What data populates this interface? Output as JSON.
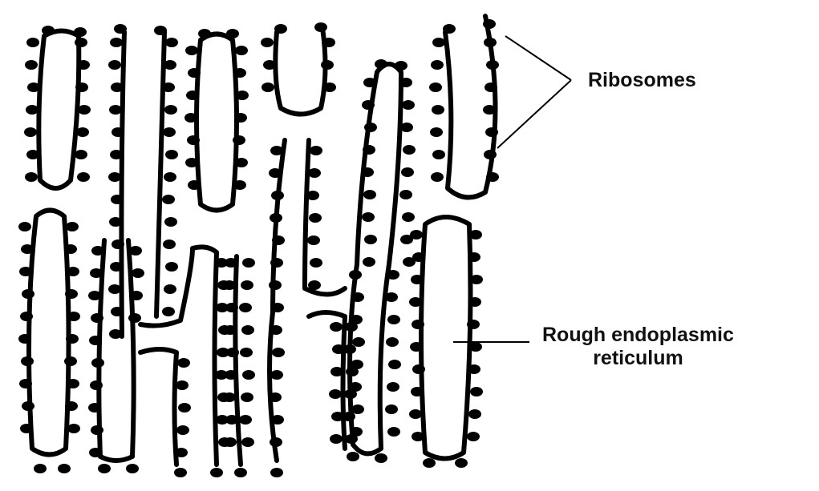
{
  "labels": {
    "ribosomes": "Ribosomes",
    "rer_line1": "Rough endoplasmic",
    "rer_line2": "reticulum"
  },
  "colors": {
    "ink": "#000000",
    "background": "#ffffff"
  }
}
